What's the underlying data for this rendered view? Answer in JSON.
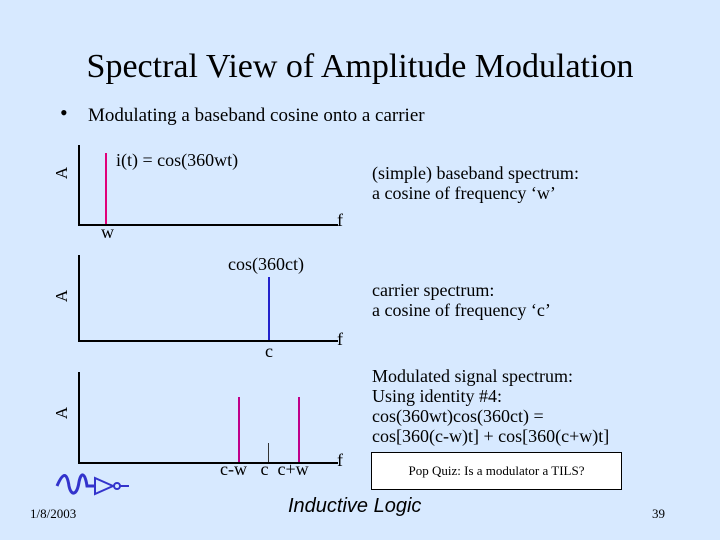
{
  "title": "Spectral View of Amplitude Modulation",
  "bullet_text": "Modulating a baseband cosine onto a carrier",
  "plot1": {
    "y_label": "A",
    "x_label": "f",
    "signal_label": "i(t) = cos(360wt)",
    "tick_label": "w",
    "note_line1": "(simple) baseband spectrum:",
    "note_line2": "a cosine of frequency ‘w’"
  },
  "plot2": {
    "y_label": "A",
    "x_label": "f",
    "signal_label": "cos(360ct)",
    "tick_label": "c",
    "note_line1": "carrier spectrum:",
    "note_line2": "a cosine of frequency ‘c’"
  },
  "plot3": {
    "y_label": "A",
    "x_label": "f",
    "tick_labels": "c-w   c  c+w",
    "note_lines": [
      "Modulated signal spectrum:",
      "Using identity #4:",
      "cos(360wt)cos(360ct) =",
      "cos[360(c-w)t] + cos[360(c+w)t]"
    ]
  },
  "quiz_text": "Pop Quiz: Is a modulator a TILS?",
  "footer": {
    "date": "1/8/2003",
    "brand": "Inductive Logic",
    "page_number": "39"
  },
  "colors": {
    "background": "#d7e9ff",
    "baseband_line": "#e0007a",
    "carrier_line": "#2222cc",
    "modulated_line": "#c0008a",
    "logo_blue": "#3333cc"
  }
}
